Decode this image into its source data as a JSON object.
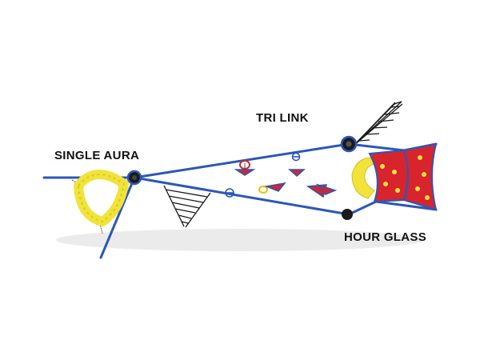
{
  "labels": {
    "single_aura": "SINGLE AURA",
    "tri_link": "TRI LINK",
    "hour_glass": "HOUR GLASS"
  },
  "colors": {
    "frame": "#2b57b8",
    "climber_red": "#d8242c",
    "climber_yellow": "#f2e33a",
    "handhold_yellow": "#f5c518",
    "net": "#1a1a1a"
  }
}
